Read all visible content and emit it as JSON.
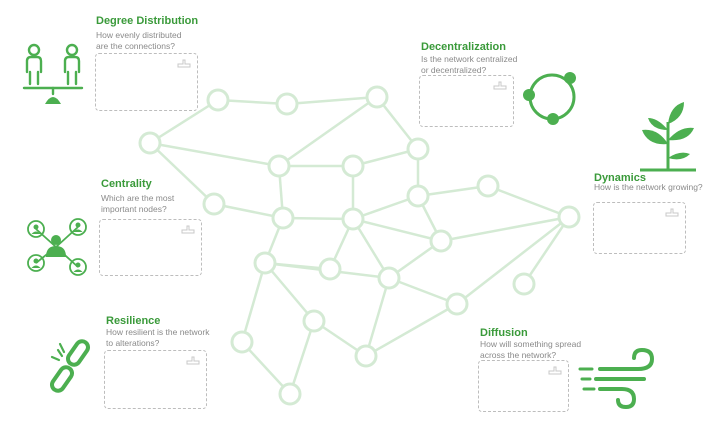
{
  "colors": {
    "accent": "#3a9a3a",
    "icon": "#4caf50",
    "network": "#d4ead4",
    "question": "#8a8a8a",
    "box_border": "#bdbdbd"
  },
  "sections": {
    "degree_distribution": {
      "title": "Degree Distribution",
      "question_lines": [
        "How evenly distributed",
        "are the connections?"
      ],
      "icon": "balance-scale-people-icon"
    },
    "centrality": {
      "title": "Centrality",
      "question_lines": [
        "Which are the most",
        "important nodes?"
      ],
      "icon": "central-person-network-icon"
    },
    "resilience": {
      "title": "Resilience",
      "question_lines": [
        "How resilient is the network",
        "to alterations?"
      ],
      "icon": "broken-chain-icon"
    },
    "decentralization": {
      "title": "Decentralization",
      "question_lines": [
        "Is the network centralized",
        "or decentralized?"
      ],
      "icon": "cycle-nodes-icon"
    },
    "dynamics": {
      "title": "Dynamics",
      "question_lines": [
        "How is the network growing?"
      ],
      "icon": "growing-plant-icon"
    },
    "diffusion": {
      "title": "Diffusion",
      "question_lines": [
        "How will something spread",
        "across the network?"
      ],
      "icon": "wind-gust-icon"
    }
  }
}
